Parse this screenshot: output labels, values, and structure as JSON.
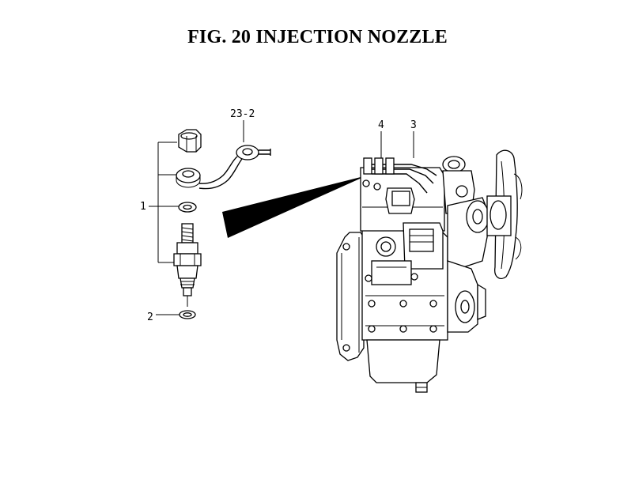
{
  "title": "FIG. 20  INJECTION NOZZLE",
  "callouts": {
    "pipe": "23-2",
    "nozzle_assembly": "1",
    "washer": "2",
    "holder": "4",
    "pump": "3"
  },
  "colors": {
    "ink": "#000000",
    "background": "#ffffff"
  }
}
